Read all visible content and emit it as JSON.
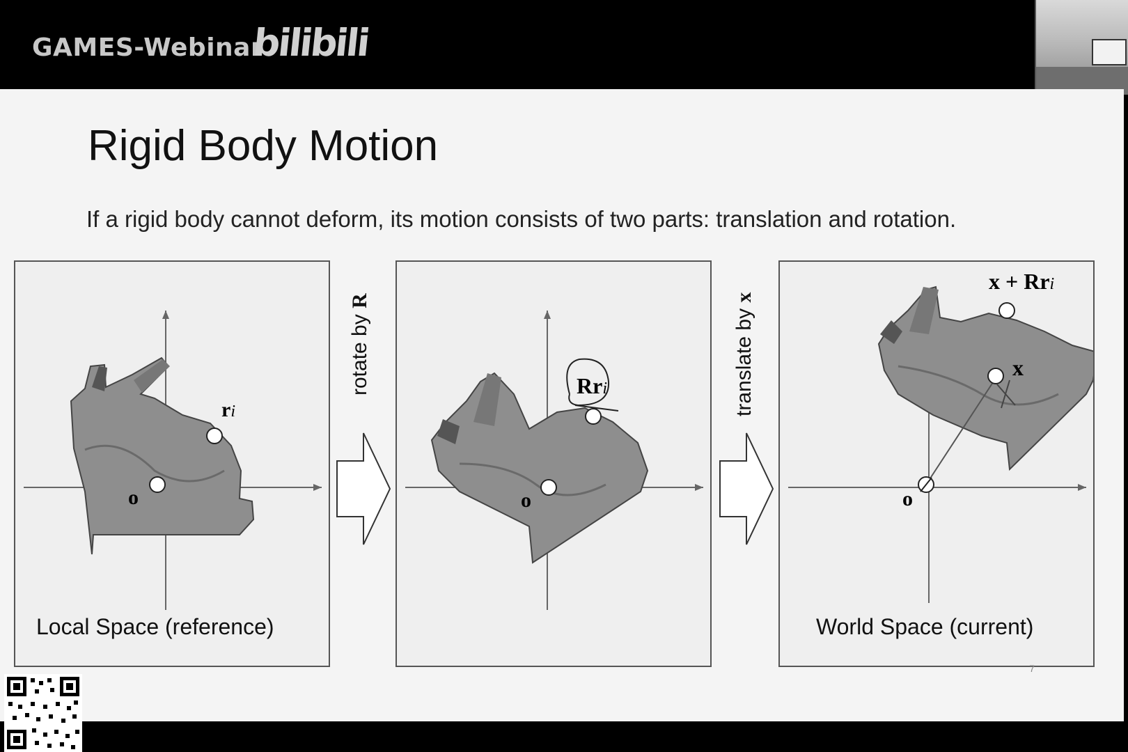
{
  "header": {
    "brand": "GAMES-Webinar",
    "bili_logo": "bilibili"
  },
  "slide": {
    "title": "Rigid Body Motion",
    "subtitle": "If a rigid body cannot deform, its motion consists of two parts: translation and rotation.",
    "page_number": "7",
    "panels": [
      {
        "caption": "Local Space (reference)",
        "origin_label": "o",
        "point_label": "r",
        "point_sub": "i"
      },
      {
        "caption": "",
        "origin_label": "o",
        "point_label": "Rr",
        "point_sub": "i"
      },
      {
        "caption": "World Space (current)",
        "origin_label": "o",
        "point_label": "x + Rr",
        "point_sub": "i",
        "center_label": "x"
      }
    ],
    "arrows": [
      {
        "label": "rotate by",
        "symbol": "R"
      },
      {
        "label": "translate by",
        "symbol": "x"
      }
    ]
  },
  "colors": {
    "background": "#f4f4f4",
    "bars": "#000000",
    "bunny": "#8e8e8e",
    "axis": "#666666"
  },
  "icons": [
    "bunny-model",
    "qr-code-icon",
    "webcam-feed"
  ]
}
